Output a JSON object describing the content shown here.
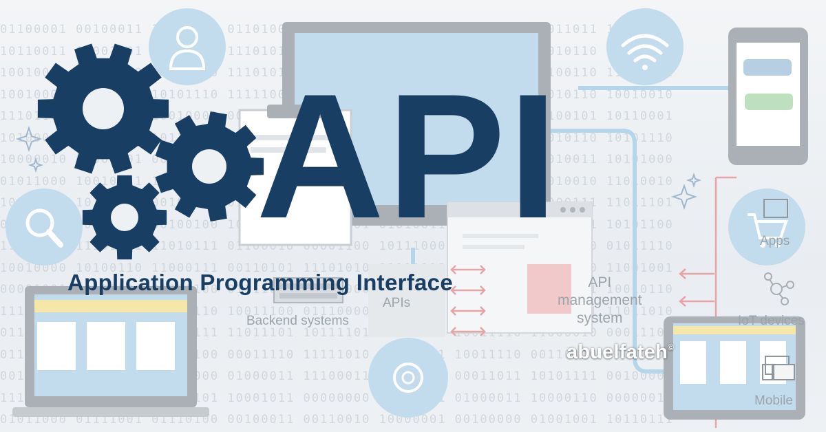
{
  "title": {
    "main": "API",
    "subtitle": "Application Programming Interface"
  },
  "diagram_labels": {
    "backend": "Backend systems",
    "apis": "APIs",
    "management_line1": "API",
    "management_line2": "management",
    "management_line3": "system",
    "apps": "Apps",
    "iot": "IoT devices",
    "mobile": "Mobile"
  },
  "brand": {
    "name": "abuelfateh",
    "mark": "©"
  },
  "binary_rows": [
    "01100001 00100011 11001100 01101000 01010011 00011000 00010100 00011011 10011011",
    "10110011 10001001 01100110 11101011 10000110 10010110 00011001 10010110 01011000",
    "10010001 00010010 10110110 11101011 11010010 00100100 00101001 01100110 11101001",
    "10010000 11001110 10101110 11111001 00000011 00100101 10100111 10010110 10010010",
    "11101101 01110101 10010001 00010000 11111111 01101000 11111111 11100101 10110001",
    "10100000 01101110 10110100 01000100 01101011 01111100 00100100 01010110 10101110",
    "10000010 01001001 00110101 01101001 00001011 11001111 01111010 00010011 10101000",
    "01011000 10010011 11111011 10010100 01110101 01010101 01110010 11010010 11010010",
    "10101001 10101111 00101010 01001100 10100111 00110101 01101000 11000111 11011101",
    "00101100 10110111 00100100 10111100 11111001 01010011 11011011 00010111 10101100",
    "11011010 11101001 11010111 01100010 00001100 10111000 01101100 10100010 01011110",
    "10010000 10100110 11000111 00110101 11101010 01111110 00100010 01011110 11001001",
    "00001001 10100101 01001100 01111011 00011000 11010101 10110000 10110111 10010110",
    "11101110 11101011 01110110 10011100 01110000 00101110 10110000 01100101 11011010",
    "01110101 00100111 11001111 11011101 10111101 00011101 10011110 11000010 00011100",
    "01101011 11011100 11100100 00011110 11111010 11011001 10011110 00110110 00010000",
    "00101001 10101011 01011000 01000011 11100011 01101011 00011011 10101111 00100001",
    "11101011 10100100 00111101 10001011 00000000 11101111 01000011 10000110 00000011",
    "01011000 01111001 01110100 00100011 00110010 10000001 00100000 01001001 10110111"
  ],
  "colors": {
    "navy": "#183e63",
    "light_blue": "#c3dced",
    "grey_frame": "#9aa0a6",
    "connector_blue": "#a9cde6",
    "arrow_red": "#e7a3a6",
    "label_grey": "#9ba3ab"
  },
  "icons": [
    "gear-icon",
    "user-icon",
    "wifi-icon",
    "search-icon",
    "cart-icon",
    "iot-network-icon",
    "mobile-devices-icon",
    "sparkle-icon",
    "laptop-icon",
    "tablet-icon",
    "phone-icon",
    "monitor-icon",
    "server-icon",
    "clipboard-icon",
    "chat-bubble-icon"
  ]
}
